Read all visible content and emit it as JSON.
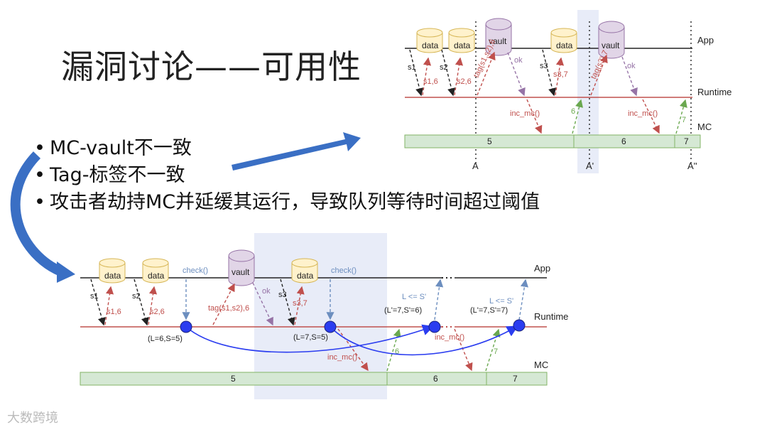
{
  "slide": {
    "title": "漏洞讨论——可用性",
    "bullets": [
      "MC-vault不一致",
      "Tag-标签不一致",
      "攻击者劫持MC并延缓其运行，导致队列等待时间超过阈值"
    ],
    "bullet_glyph": "•",
    "watermark": "大数跨境"
  },
  "top_diagram": {
    "lanes": [
      "App",
      "Runtime",
      "MC"
    ],
    "data_label": "data",
    "vault_label": "vault",
    "msgs": [
      "s1",
      "s2",
      "s3",
      "s1,6",
      "s2,6",
      "s3,7",
      "tag(s1,s2),6",
      "tag(s3),7",
      "ok",
      "ok",
      "inc_mc()",
      "inc_mc()",
      "6",
      "7"
    ],
    "mc_segments": [
      "5",
      "6",
      "7"
    ],
    "markers": [
      "A",
      "A'",
      "A''"
    ]
  },
  "bottom_diagram": {
    "lanes": [
      "App",
      "Runtime",
      "MC"
    ],
    "data_label": "data",
    "vault_label": "vault",
    "check_label": "check()",
    "msgs": [
      "s1",
      "s2",
      "s3",
      "s1,6",
      "s2,6",
      "s3,7",
      "tag(s1,s2),6",
      "ok",
      "inc_mc()",
      "inc_mc()",
      "6",
      "7"
    ],
    "states": [
      "(L=6,S=5)",
      "(L=7,S=5)",
      "(L'=7,S'=6)",
      "(L'=7,S'=7)"
    ],
    "conditions": [
      "L <= S'",
      "L <= S'"
    ],
    "mc_segments": [
      "5",
      "6",
      "7"
    ]
  },
  "colors": {
    "runtime_line": "#c0504d",
    "mc_fill": "#d5e8d4",
    "mc_stroke": "#82b366",
    "data_fill": "#fff2cc",
    "data_stroke": "#d6b656",
    "vault_fill": "#e1d5e7",
    "vault_stroke": "#9673a6",
    "highlight": "#e8ecf8",
    "node_fill": "#2b3df0",
    "arrow_blue": "#2b6cc4"
  }
}
